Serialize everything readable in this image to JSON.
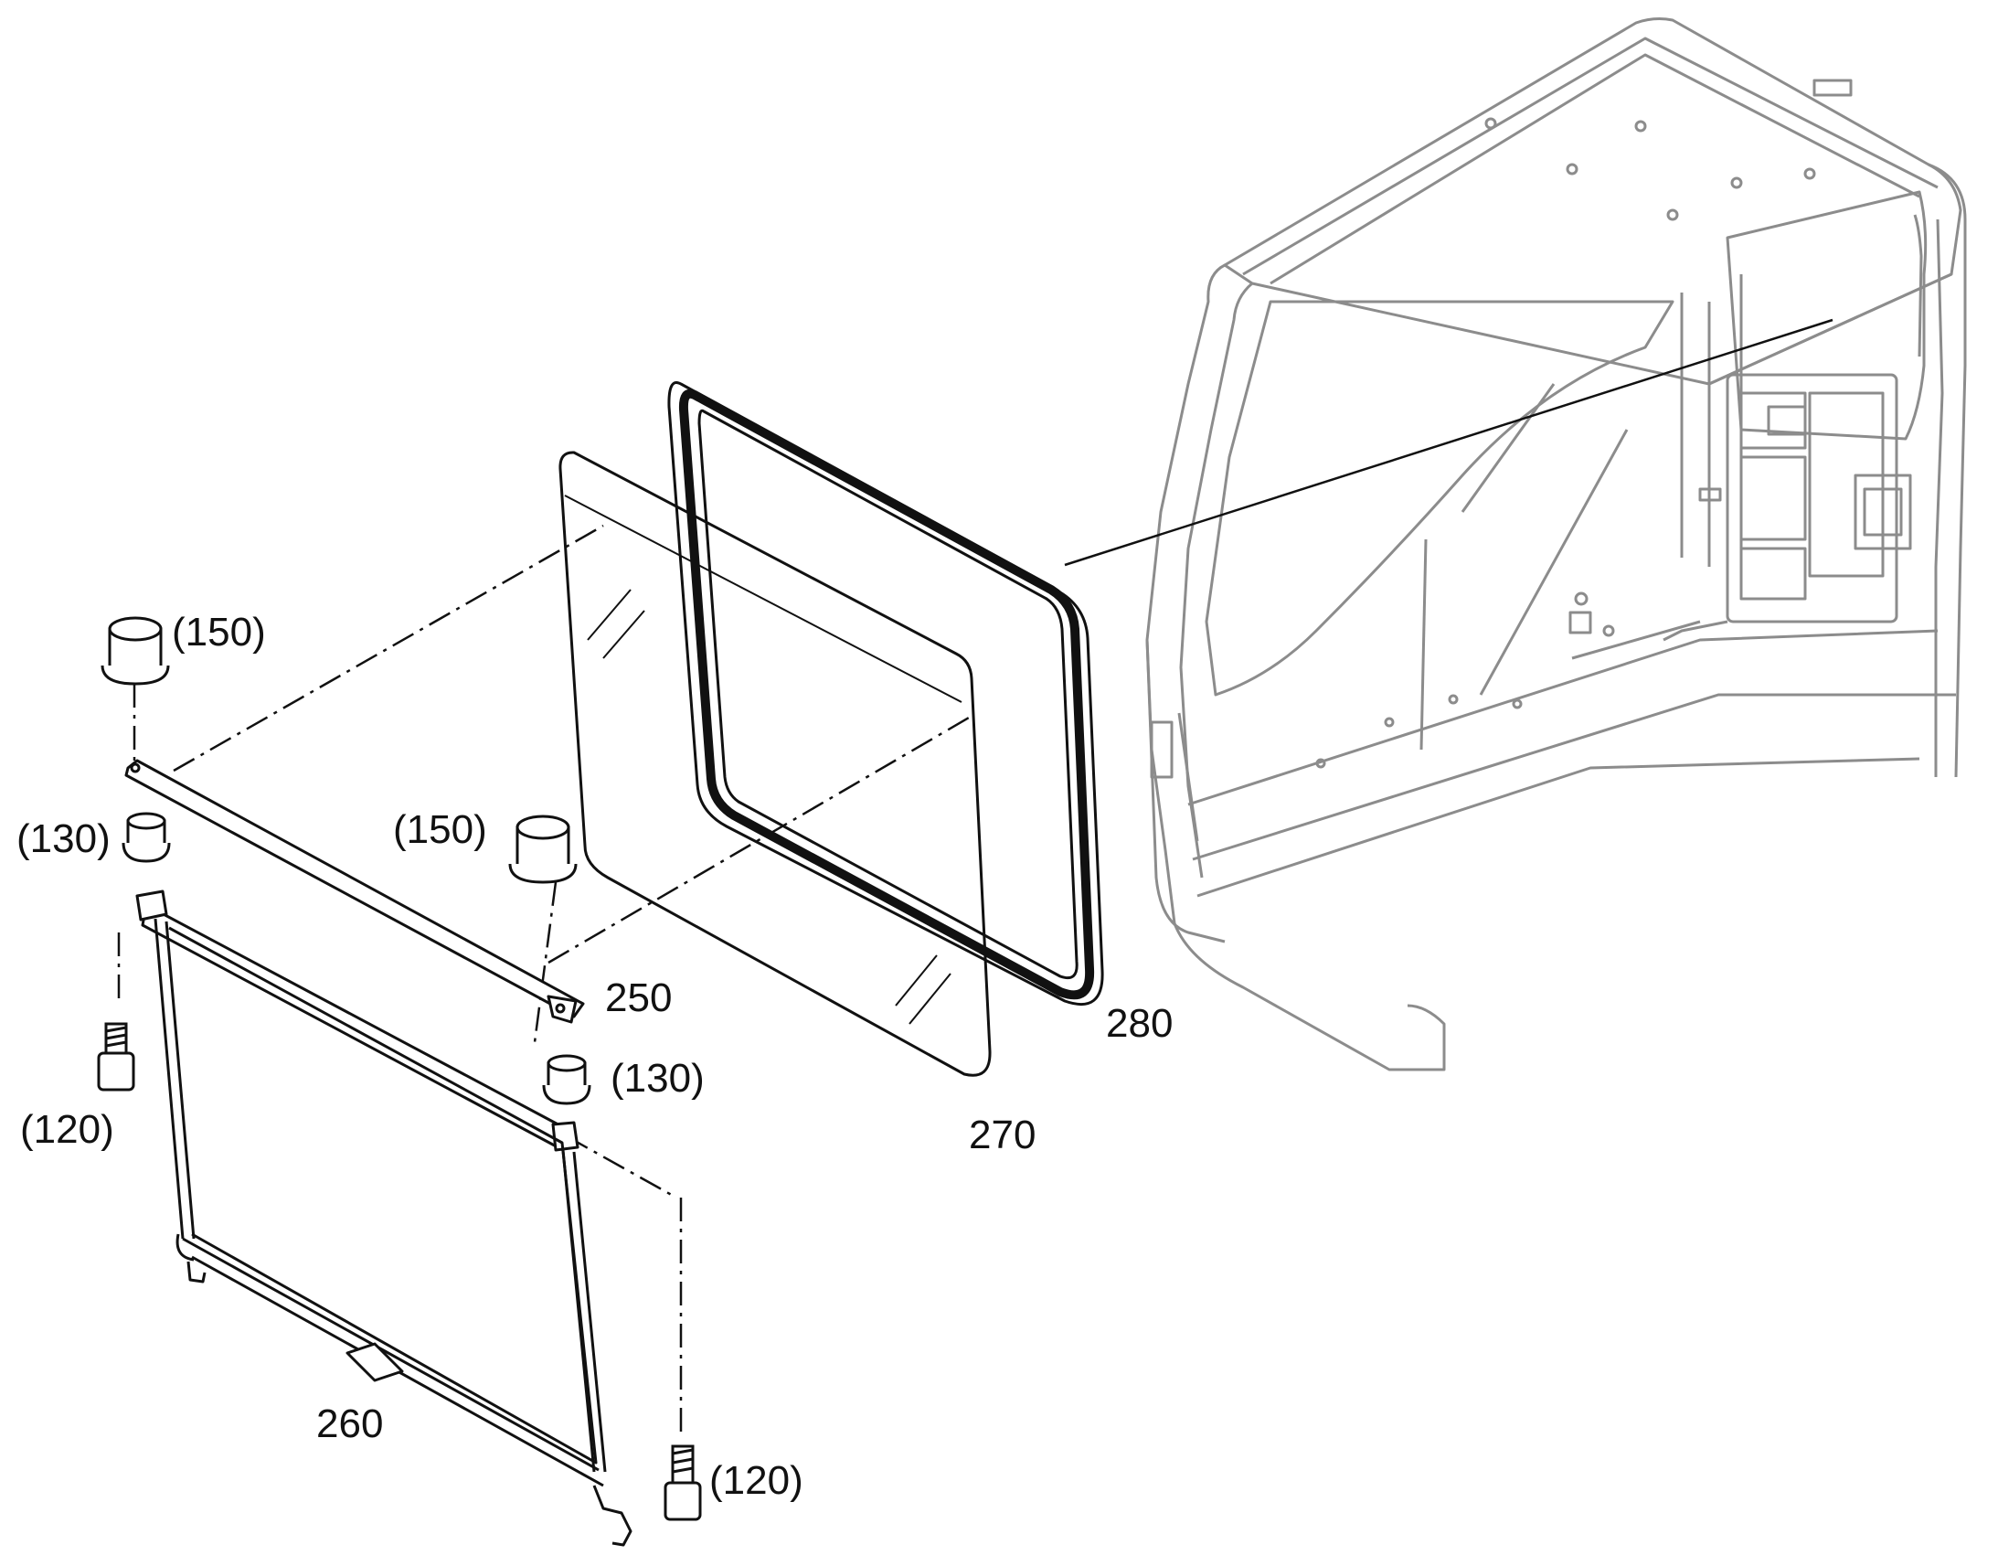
{
  "labels": {
    "p150_top": "(150)",
    "p130_left": "(130)",
    "p150_mid": "(150)",
    "p250": "250",
    "p120_left": "(120)",
    "p130_right": "(130)",
    "p270": "270",
    "p280": "280",
    "p260": "260",
    "p120_bottom": "(120)"
  },
  "colors": {
    "line": "#111111",
    "cab_line": "#8c8c8c",
    "background": "#ffffff"
  }
}
